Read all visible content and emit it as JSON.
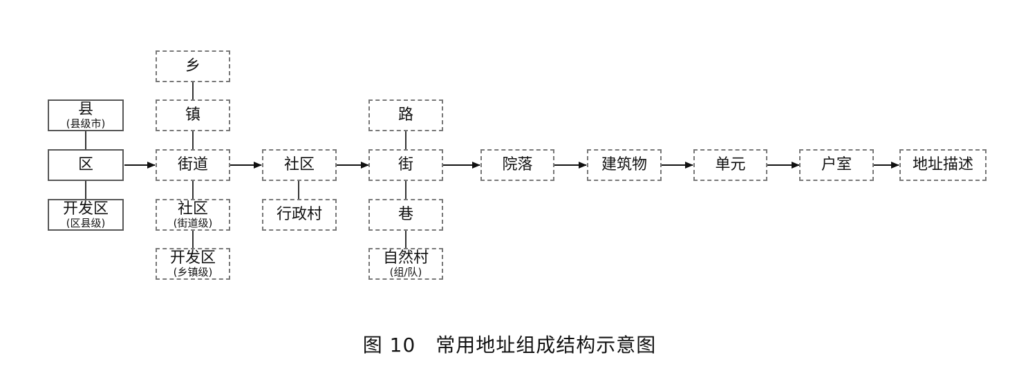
{
  "nodes": {
    "xian": {
      "label": "县",
      "sub": "(县级市)"
    },
    "qu": {
      "label": "区"
    },
    "kaifaqu_county": {
      "label": "开发区",
      "sub": "(区县级)"
    },
    "xiang": {
      "label": "乡"
    },
    "zhen": {
      "label": "镇"
    },
    "jiedao": {
      "label": "街道"
    },
    "shequ_street": {
      "label": "社区",
      "sub": "(街道级)"
    },
    "kaifaqu_town": {
      "label": "开发区",
      "sub": "(乡镇级)"
    },
    "shequ": {
      "label": "社区"
    },
    "xingzhengcun": {
      "label": "行政村"
    },
    "lu": {
      "label": "路"
    },
    "jie": {
      "label": "街"
    },
    "xiang_lane": {
      "label": "巷"
    },
    "zirancun": {
      "label": "自然村",
      "sub": "(组/队)"
    },
    "yuanluo": {
      "label": "院落"
    },
    "jianzhuwu": {
      "label": "建筑物"
    },
    "danyuan": {
      "label": "单元"
    },
    "hushi": {
      "label": "户室"
    },
    "dizhimiaoshu": {
      "label": "地址描述"
    }
  },
  "caption": "图 10　常用地址组成结构示意图"
}
